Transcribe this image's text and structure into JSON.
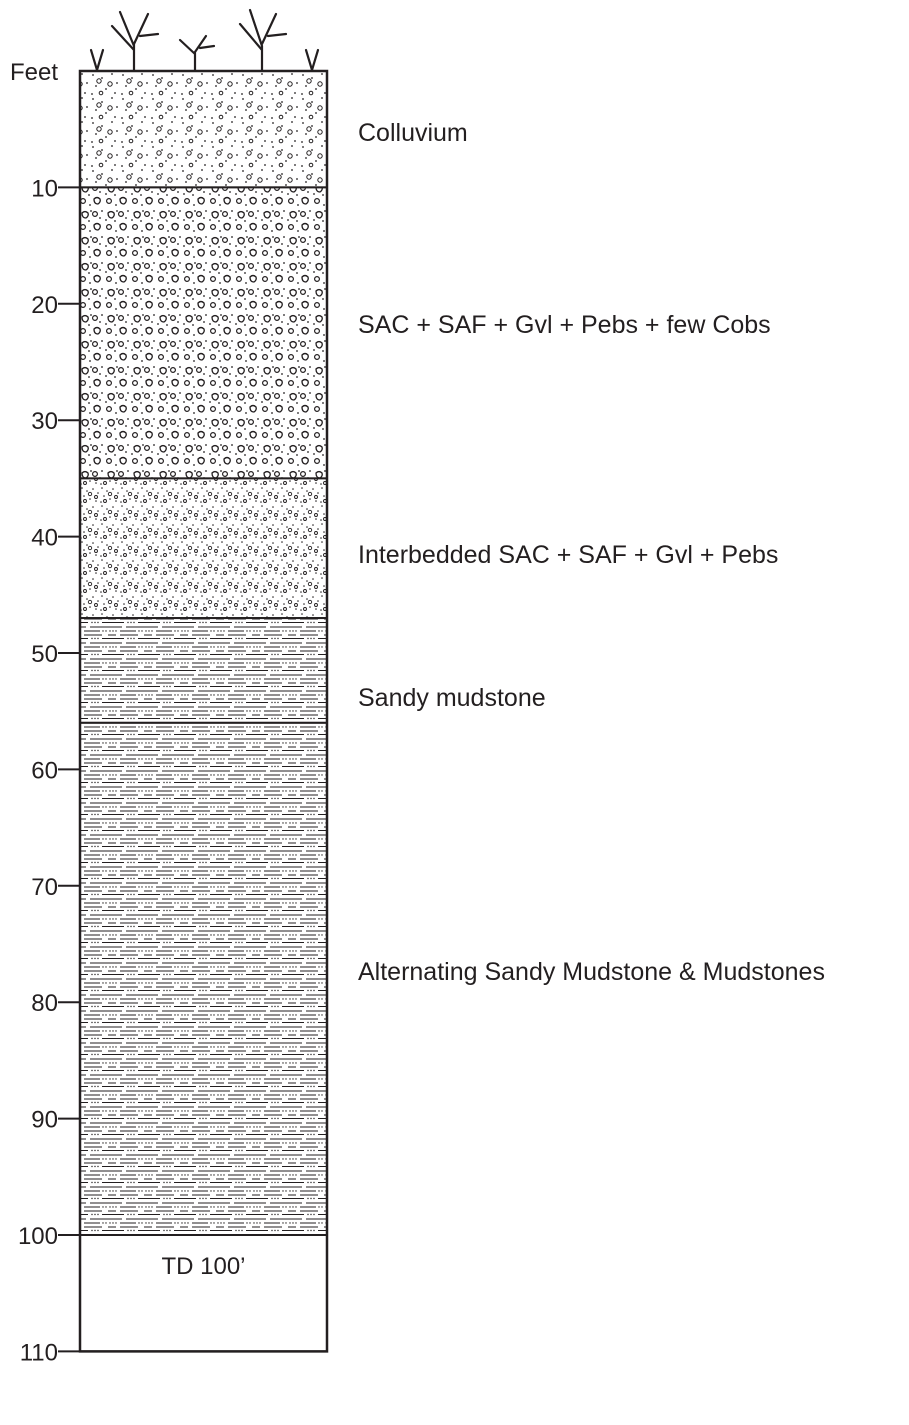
{
  "units_label": "Feet",
  "depth_ticks": [
    "10",
    "20",
    "30",
    "40",
    "50",
    "60",
    "70",
    "80",
    "90",
    "100",
    "110"
  ],
  "layers": [
    {
      "id": "colluvium",
      "top_ft": 0,
      "bottom_ft": 10,
      "pattern": "sand-pebble-fine",
      "description": "Colluvium"
    },
    {
      "id": "gravel-pebble-cobble",
      "top_ft": 10,
      "bottom_ft": 35,
      "pattern": "conglomerate",
      "description": "SAC + SAF + Gvl + Pebs + few Cobs"
    },
    {
      "id": "interbedded",
      "top_ft": 35,
      "bottom_ft": 47,
      "pattern": "pebbly-sand-dense",
      "description": "Interbedded SAC + SAF + Gvl + Pebs"
    },
    {
      "id": "sandy-mudstone",
      "top_ft": 47,
      "bottom_ft": 56,
      "pattern": "sandy-mud",
      "description": "Sandy mudstone"
    },
    {
      "id": "alternating",
      "top_ft": 56,
      "bottom_ft": 100,
      "pattern": "sandy-mud",
      "description": "Alternating Sandy Mudstone & Mudstones"
    }
  ],
  "total_depth_label": "TD 100’",
  "colors": {
    "ink": "#231f20",
    "background": "#ffffff"
  }
}
